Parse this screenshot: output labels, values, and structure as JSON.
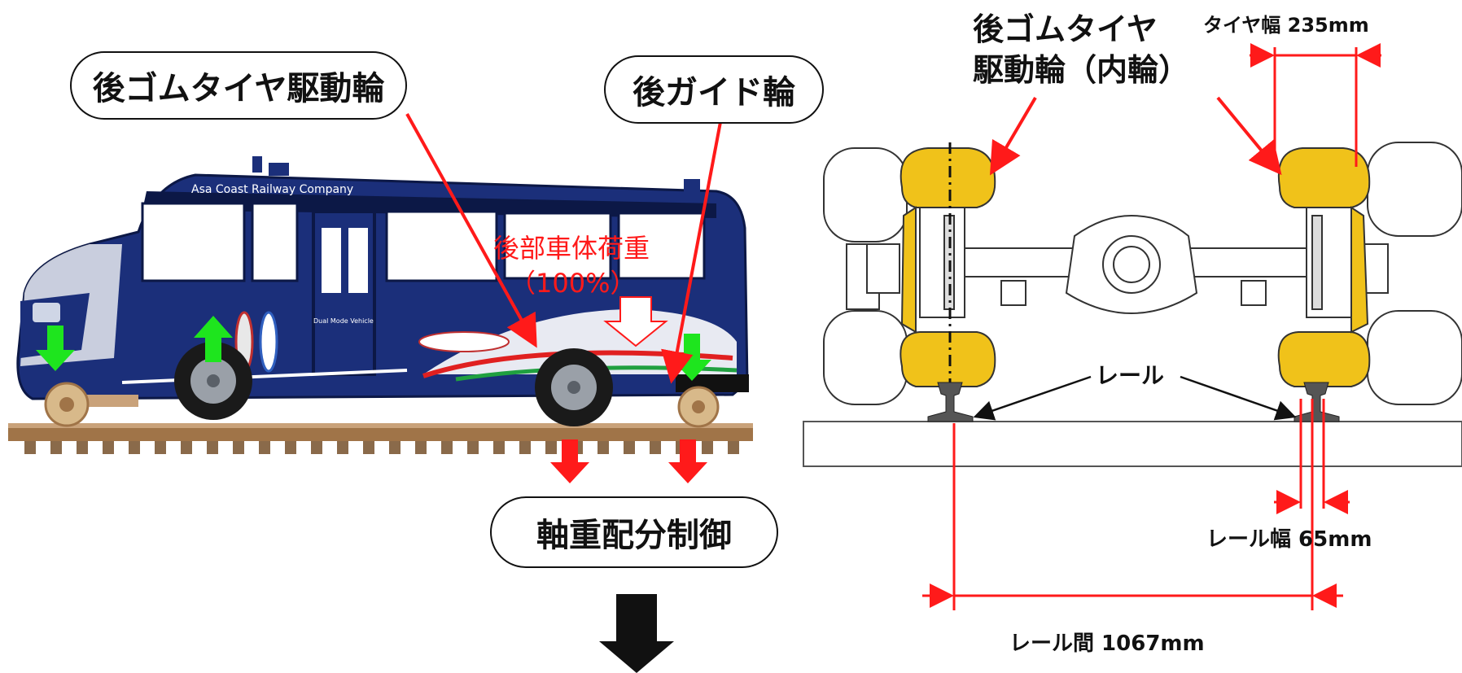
{
  "left": {
    "rear_drive_wheel_label": "後ゴムタイヤ駆動輪",
    "rear_guide_wheel_label": "後ガイド輪",
    "rear_body_load_line1": "後部車体荷重",
    "rear_body_load_line2": "（100%）",
    "axle_load_control_label": "軸重配分制御",
    "bus_sign_text": "Asa Coast Railway Company",
    "bus_side_text": "Dual Mode Vehicle"
  },
  "right": {
    "rear_tire_label_line1": "後ゴムタイヤ",
    "rear_tire_label_line2": "駆動輪（内輪）",
    "tire_width_label": "タイヤ幅 235mm",
    "rail_label": "レール",
    "rail_width_label": "レール幅 65mm",
    "rail_gauge_label": "レール間 1067mm"
  },
  "colors": {
    "red": "#ff1a1a",
    "green": "#1ee51e",
    "tire_yellow": "#f0c21a",
    "bus_blue": "#1b2f7a",
    "black": "#111111"
  }
}
